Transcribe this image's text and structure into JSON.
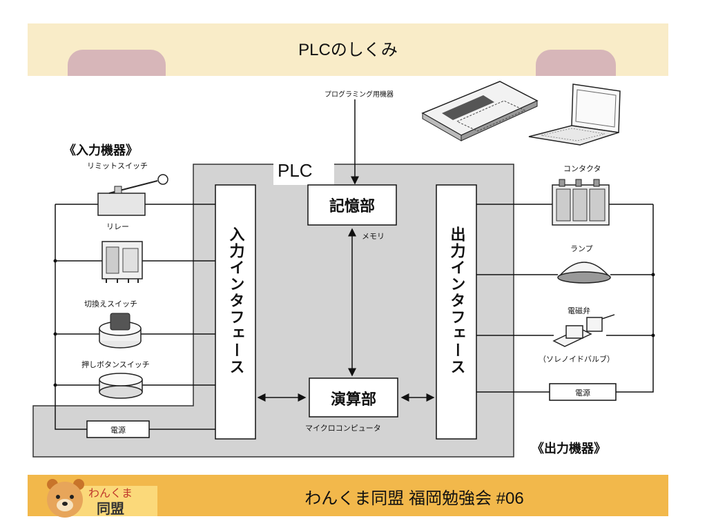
{
  "slide": {
    "title": "PLCのしくみ"
  },
  "diagram": {
    "plc_label": "PLC",
    "programming_device_label": "プログラミング用機器",
    "input_devices_heading": "《入力機器》",
    "output_devices_heading": "《出力機器》",
    "input_devices": [
      "リミットスイッチ",
      "リレー",
      "切換えスイッチ",
      "押しボタンスイッチ"
    ],
    "output_devices": [
      "コンタクタ",
      "ランプ",
      "電磁弁",
      "（ソレノイドバルブ）"
    ],
    "input_interface": "入力インタフェース",
    "output_interface": "出力インタフェース",
    "memory_unit": "記憶部",
    "memory_caption": "メモリ",
    "cpu_unit": "演算部",
    "cpu_caption": "マイクロコンピュータ",
    "power_left": "電源",
    "power_right": "電源"
  },
  "footer": {
    "logo_line1": "わんくま",
    "logo_line2": "同盟",
    "text": "わんくま同盟 福岡勉強会 #06"
  },
  "colors": {
    "title_band": "#f9ecc8",
    "decoration": "#d7b6b9",
    "plc_body": "#d3d3d3",
    "footer": "#f2b84b",
    "frame": "#e4e0dc"
  }
}
